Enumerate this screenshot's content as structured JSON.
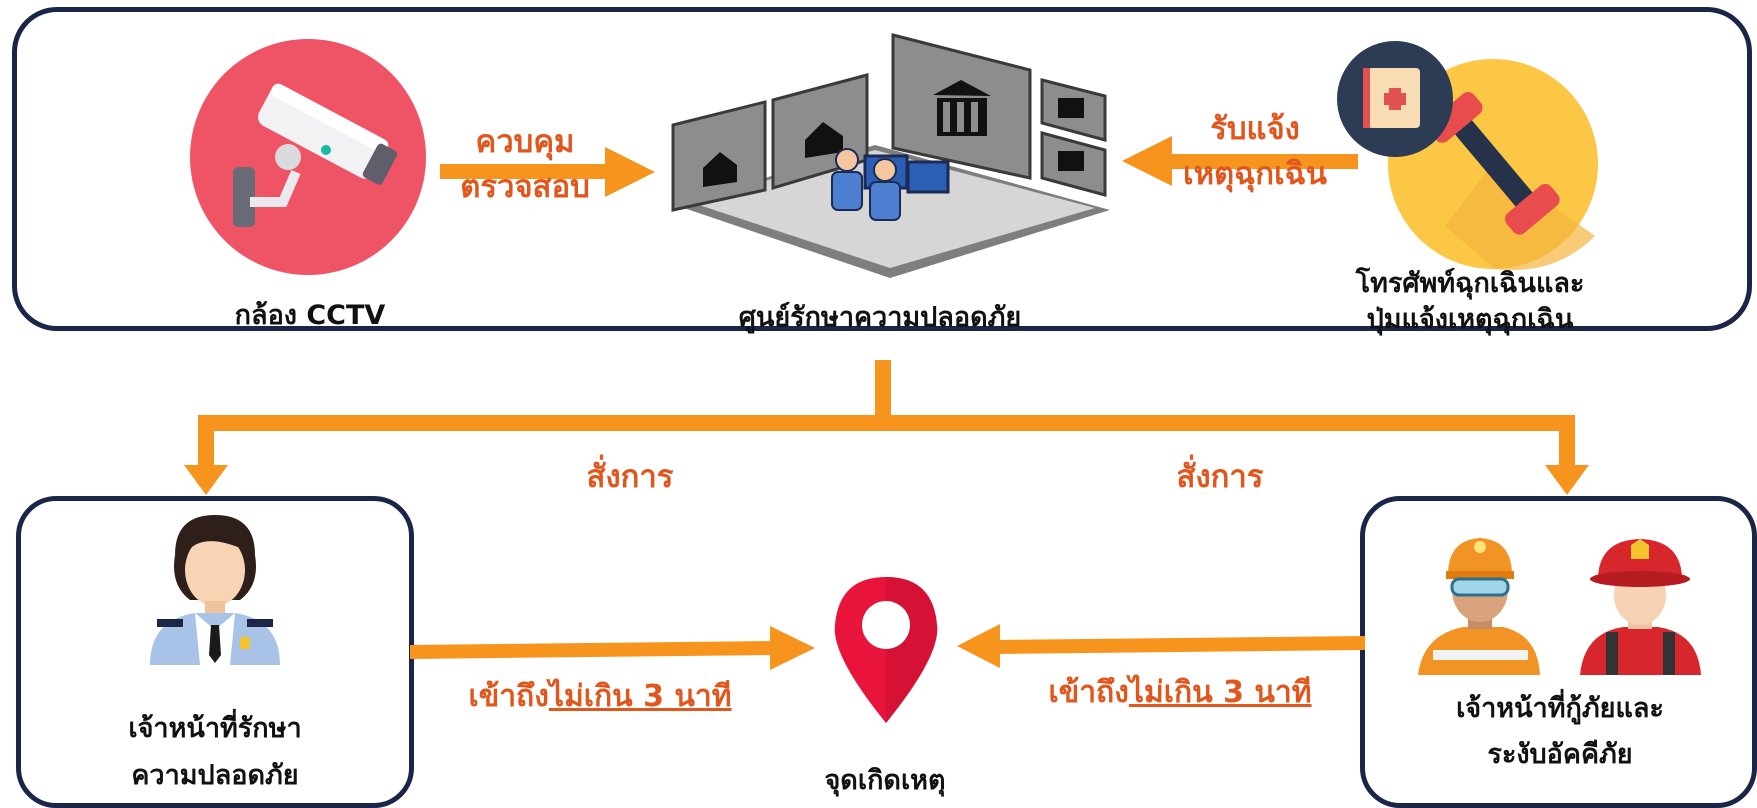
{
  "center": {
    "label": "ศูนย์รักษาความปลอดภัย"
  },
  "cctv": {
    "label": "กล้อง CCTV",
    "icon": "cctv-camera-icon"
  },
  "phone": {
    "label_line1": "โทรศัพท์ฉุกเฉินและ",
    "label_line2": "ปุ่มแจ้งเหตุฉุกเฉิน",
    "icon": "emergency-phone-icon"
  },
  "arrow_left_text": {
    "line1": "ควบคุม",
    "line2": "ตรวจสอบ"
  },
  "arrow_right_text": {
    "line1": "รับแจ้ง",
    "line2": "เหตุฉุกเฉิน"
  },
  "command_left": "สั่งการ",
  "command_right": "สั่งการ",
  "guard": {
    "label_line1": "เจ้าหน้าที่รักษา",
    "label_line2": "ความปลอดภัย",
    "icon": "security-guard-icon"
  },
  "rescue": {
    "label_line1": "เจ้าหน้าที่กู้ภัยและ",
    "label_line2": "ระงับอัคคีภัย",
    "icon": "firefighter-icon"
  },
  "incident": {
    "label": "จุดเกิดเหตุ",
    "icon": "location-pin-icon"
  },
  "access_left": {
    "prefix": "เข้าถึง",
    "underlined": "ไม่เกิน 3 นาที"
  },
  "access_right": {
    "prefix": "เข้าถึง",
    "underlined": "ไม่เกิน 3 นาที"
  },
  "colors": {
    "orange": "#f7941d",
    "text_orange": "#e0561c",
    "border_navy": "#1b2547",
    "cctv_circle": "#ef5466",
    "phone_circle": "#fcc745",
    "pin_red": "#e8143c"
  }
}
